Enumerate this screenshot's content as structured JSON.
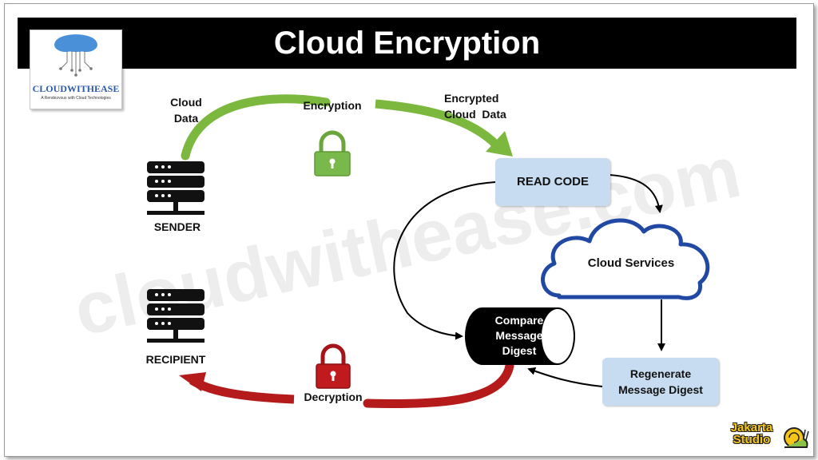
{
  "header": {
    "title": "Cloud Encryption"
  },
  "logo": {
    "brand": "CLOUDWITHEASE",
    "tagline": "A Rendezvous with Cloud Technologies"
  },
  "watermark": "cloudwithease.com",
  "nodes": {
    "sender": "SENDER",
    "recipient": "RECIPIENT",
    "cloud_data": "Cloud\nData",
    "encryption": "Encryption",
    "encrypted_cloud_data": "Encrypted\nCloud  Data",
    "read_code": "READ CODE",
    "cloud_services": "Cloud Services",
    "regenerate": "Regenerate\nMessage Digest",
    "compare": "Compare\nMessage\nDigest",
    "decryption": "Decryption"
  },
  "footer": {
    "brand": "Jakarta\nStudio"
  },
  "colors": {
    "encrypt_arrow": "#7bb83d",
    "decrypt_arrow": "#b51b1b",
    "box_fill": "#c7dcf1",
    "cloud_stroke": "#2149a3",
    "lock_green": "#79b84a",
    "lock_red": "#c0191e"
  }
}
